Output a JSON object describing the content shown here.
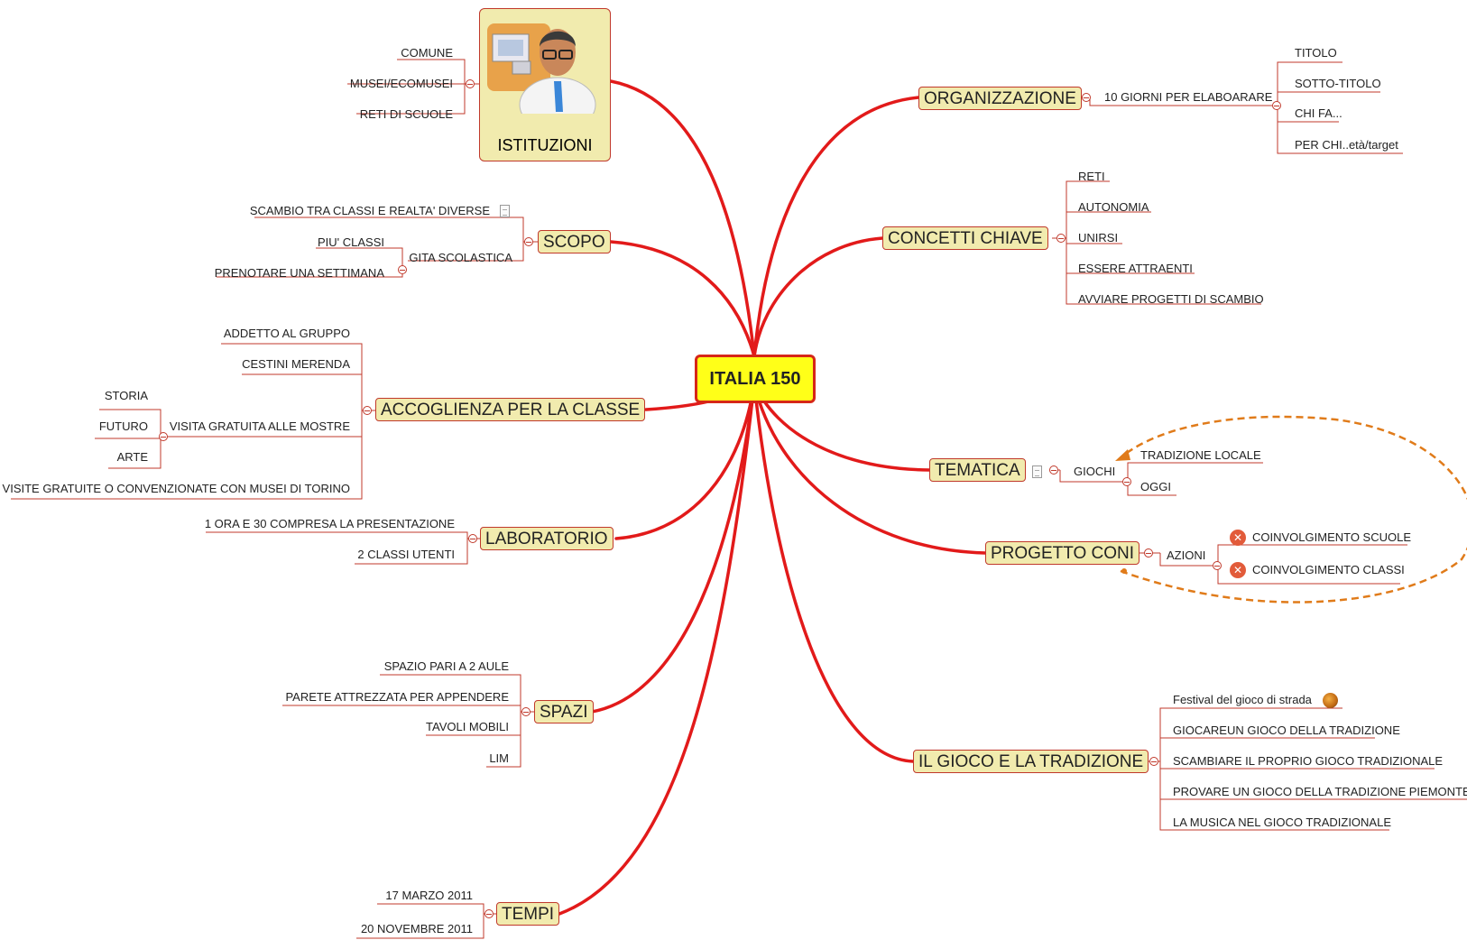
{
  "root": "ITALIA 150",
  "istituzioni": {
    "label": "ISTITUZIONI",
    "children": [
      "COMUNE",
      "MUSEI/ECOMUSEI",
      "RETI DI SCUOLE"
    ]
  },
  "scopo": {
    "label": "SCOPO",
    "scambio": "SCAMBIO TRA CLASSI E REALTA' DIVERSE",
    "gita": "GITA SCOLASTICA",
    "gita_children": [
      "PIU' CLASSI",
      "PRENOTARE UNA SETTIMANA"
    ]
  },
  "accoglienza": {
    "label": "ACCOGLIENZA PER LA CLASSE",
    "addetto": "ADDETTO AL GRUPPO",
    "cestini": "CESTINI MERENDA",
    "visita": "VISITA GRATUITA ALLE MOSTRE",
    "visita_children": [
      "STORIA",
      "FUTURO",
      "ARTE"
    ],
    "visite": "VISITE GRATUITE O CONVENZIONATE CON MUSEI DI TORINO"
  },
  "laboratorio": {
    "label": "LABORATORIO",
    "children": [
      "1 ORA E 30 COMPRESA LA PRESENTAZIONE",
      "2 CLASSI UTENTI"
    ]
  },
  "spazi": {
    "label": "SPAZI",
    "children": [
      "SPAZIO PARI A 2 AULE",
      "PARETE ATTREZZATA PER APPENDERE",
      "TAVOLI MOBILI",
      "LIM"
    ]
  },
  "tempi": {
    "label": "TEMPI",
    "children": [
      "17 MARZO 2011",
      "20 NOVEMBRE 2011"
    ]
  },
  "organizzazione": {
    "label": "ORGANIZZAZIONE",
    "giorni": "10 GIORNI PER ELABOARARE",
    "giorni_children": [
      "TITOLO",
      "SOTTO-TITOLO",
      "CHI FA...",
      "PER CHI..età/target"
    ]
  },
  "concetti": {
    "label": "CONCETTI CHIAVE",
    "children": [
      "RETI",
      "AUTONOMIA",
      "UNIRSI",
      "ESSERE ATTRAENTI",
      "AVVIARE PROGETTI DI SCAMBIO"
    ]
  },
  "tematica": {
    "label": "TEMATICA",
    "giochi": "GIOCHI",
    "giochi_children": [
      "TRADIZIONE LOCALE",
      "OGGI"
    ]
  },
  "coni": {
    "label": "PROGETTO CONI",
    "azioni": "AZIONI",
    "azioni_children": [
      "COINVOLGIMENTO SCUOLE",
      "COINVOLGIMENTO CLASSI"
    ]
  },
  "gioco": {
    "label": "IL GIOCO E LA TRADIZIONE",
    "children": [
      "Festival del gioco di strada",
      "GIOCAREUN GIOCO DELLA TRADIZIONE",
      "SCAMBIARE IL PROPRIO GIOCO TRADIZIONALE",
      "PROVARE UN GIOCO DELLA TRADIZIONE PIEMONTES",
      "LA MUSICA NEL GIOCO TRADIZIONALE"
    ]
  },
  "icons": {
    "collapse": "collapse-minus-icon",
    "note": "note-icon",
    "cross": "cross-circle-icon",
    "globe": "globe-icon",
    "person": "businessman-computer-icon"
  },
  "colors": {
    "branch": "#e21a1a",
    "leaf_line": "#c0392b",
    "node_fill": "#f1ebae",
    "root_fill": "#ffff18",
    "relationship": "#e07b1a"
  }
}
